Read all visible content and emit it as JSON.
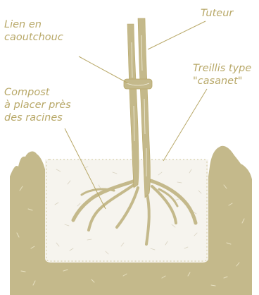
{
  "labels": {
    "lien": "Lien en\ncaoutchouc",
    "tuteur": "Tuteur",
    "treillis": "Treillis type\n\"casanet\"",
    "compost": "Compost\nà placer près\ndes racines"
  },
  "colors": {
    "soil": "#c4b98b",
    "line": "#b8a868",
    "label": "#b8a868",
    "compost_bg": "#f6f4ee",
    "texture": "#ffffff"
  }
}
